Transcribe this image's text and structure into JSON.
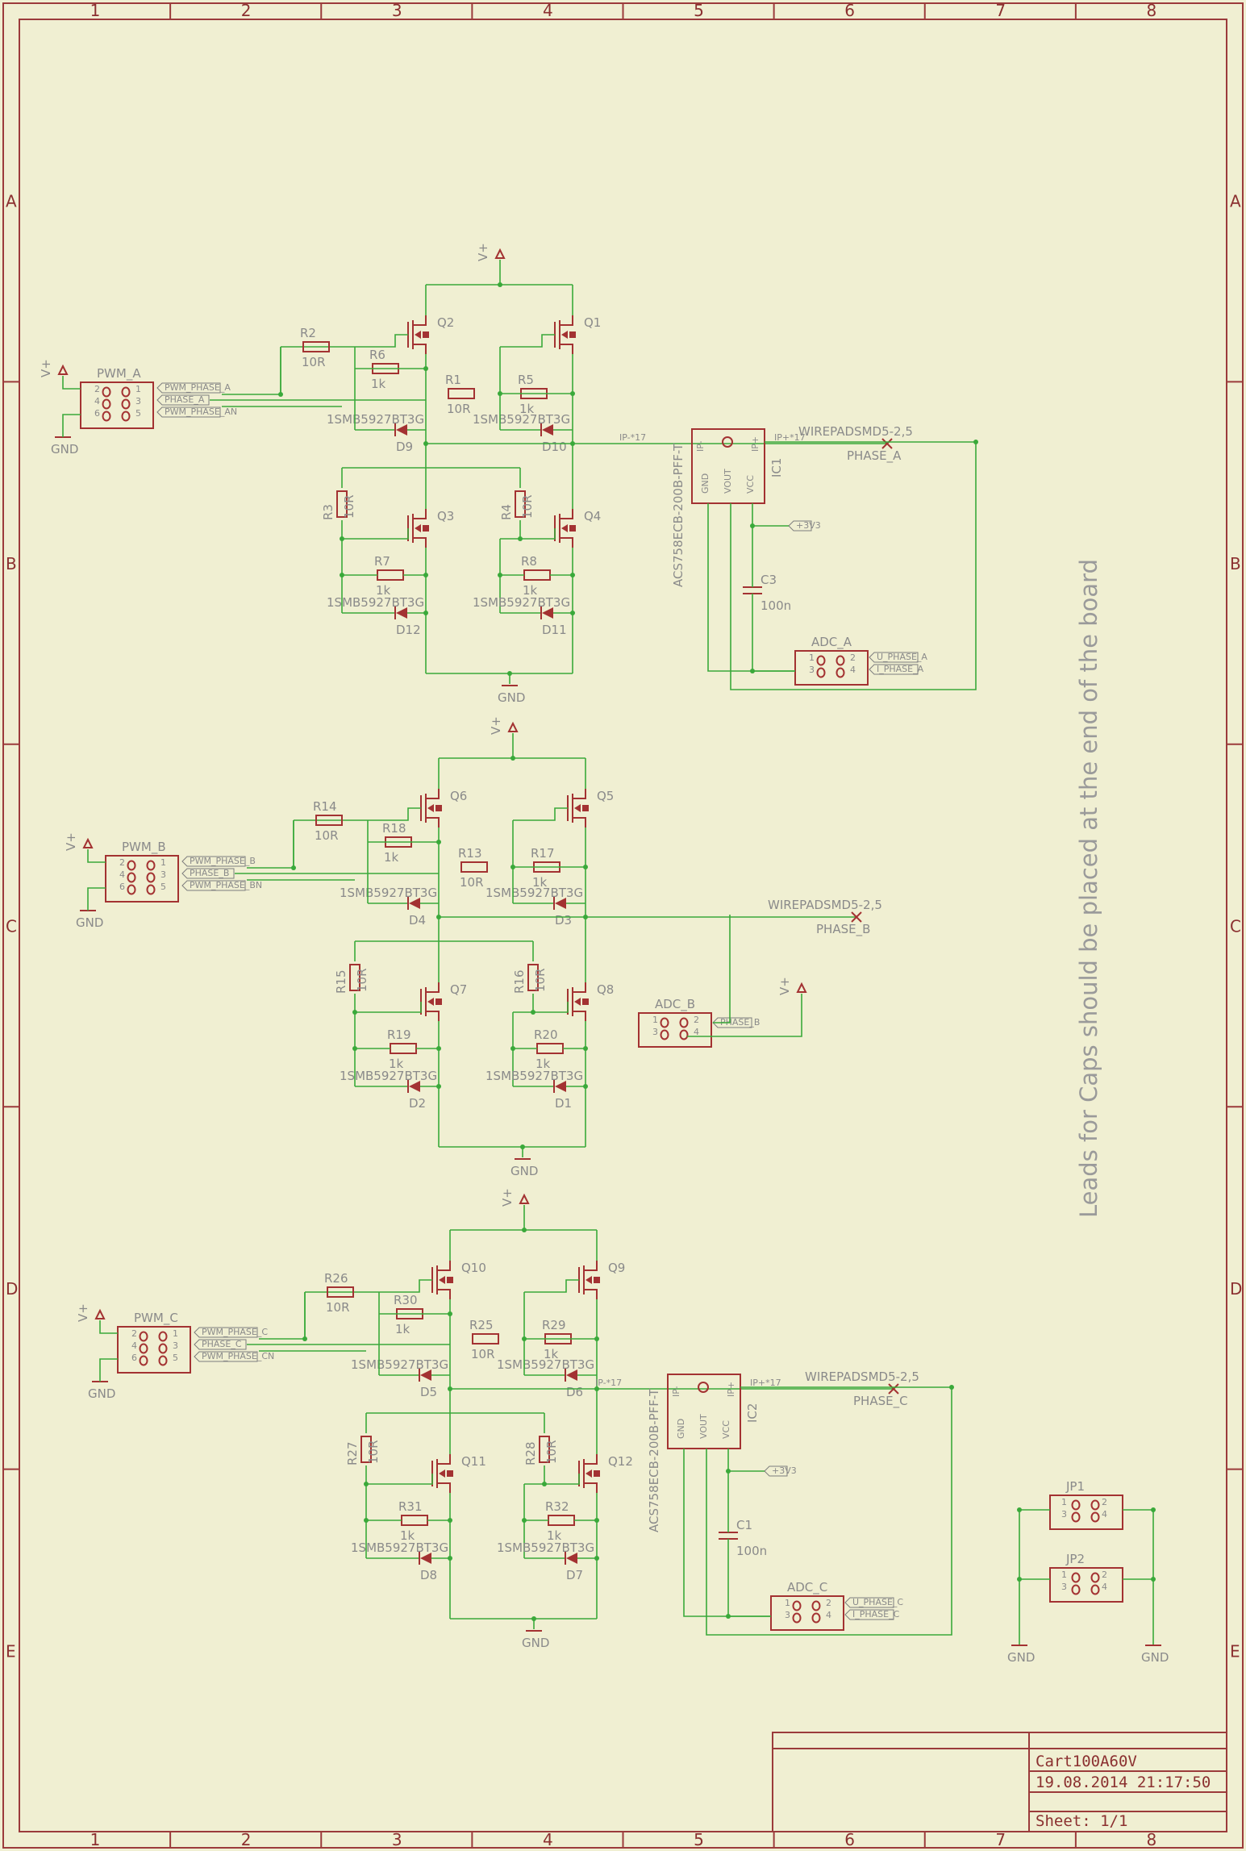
{
  "zones": {
    "cols": [
      "1",
      "2",
      "3",
      "4",
      "5",
      "6",
      "7",
      "8"
    ],
    "rows": [
      "A",
      "B",
      "C",
      "D",
      "E"
    ]
  },
  "title_block": {
    "name": "Cart100A60V",
    "datetime": "19.08.2014 21:17:50",
    "sheet": "Sheet: 1/1"
  },
  "note": "Leads for Caps should be placed at the end of the board",
  "common": {
    "vplus": "V+",
    "gnd": "GND",
    "diode_part": "1SMB5927BT3G",
    "r10": "10R",
    "r1k": "1k",
    "cap_val": "100n",
    "ic_part": "ACS758ECB-200B-PFF-T",
    "ip_minus": "IP-*17",
    "ip_plus": "IP+*17",
    "wirepad": "WIREPADSMD5-2,5",
    "pin_ip_minus": "IP-",
    "pin_ip_plus": "IP+",
    "pin_gnd": "GND",
    "pin_vout": "VOUT",
    "pin_vcc": "VCC",
    "v33": "+3V3"
  },
  "sections": [
    {
      "connector": "PWM_A",
      "nets": [
        "PWM_PHASE_A",
        "PHASE_A",
        "PWM_PHASE_AN"
      ],
      "qs": [
        "Q2",
        "Q1",
        "Q3",
        "Q4"
      ],
      "hi_gate_r": [
        "R2",
        "R1"
      ],
      "hi_pull_r": [
        "R6",
        "R5"
      ],
      "lo_gate_r": [
        "R3",
        "R4"
      ],
      "lo_pull_r": [
        "R7",
        "R8"
      ],
      "hi_d": [
        "D9",
        "D10"
      ],
      "lo_d": [
        "D12",
        "D11"
      ],
      "phase": "PHASE_A",
      "ic": "IC1",
      "cap": "C3",
      "adc": "ADC_A",
      "adc_nets": [
        "U_PHASE_A",
        "I_PHASE_A"
      ]
    },
    {
      "connector": "PWM_B",
      "nets": [
        "PWM_PHASE_B",
        "PHASE_B",
        "PWM_PHASE_BN"
      ],
      "qs": [
        "Q6",
        "Q5",
        "Q7",
        "Q8"
      ],
      "hi_gate_r": [
        "R14",
        "R13"
      ],
      "hi_pull_r": [
        "R18",
        "R17"
      ],
      "lo_gate_r": [
        "R15",
        "R16"
      ],
      "lo_pull_r": [
        "R19",
        "R20"
      ],
      "hi_d": [
        "D4",
        "D3"
      ],
      "lo_d": [
        "D2",
        "D1"
      ],
      "phase": "PHASE_B",
      "adc": "ADC_B",
      "adc_nets": [
        "PHASE_B"
      ]
    },
    {
      "connector": "PWM_C",
      "nets": [
        "PWM_PHASE_C",
        "PHASE_C",
        "PWM_PHASE_CN"
      ],
      "qs": [
        "Q10",
        "Q9",
        "Q11",
        "Q12"
      ],
      "hi_gate_r": [
        "R26",
        "R25"
      ],
      "hi_pull_r": [
        "R30",
        "R29"
      ],
      "lo_gate_r": [
        "R27",
        "R28"
      ],
      "lo_pull_r": [
        "R31",
        "R32"
      ],
      "hi_d": [
        "D5",
        "D6"
      ],
      "lo_d": [
        "D8",
        "D7"
      ],
      "phase": "PHASE_C",
      "ic": "IC2",
      "cap": "C1",
      "adc": "ADC_C",
      "adc_nets": [
        "U_PHASE_C",
        "I_PHASE_C"
      ]
    }
  ],
  "jumpers": [
    "JP1",
    "JP2"
  ],
  "pin_nums": [
    "1",
    "2",
    "3",
    "4",
    "5",
    "6"
  ]
}
